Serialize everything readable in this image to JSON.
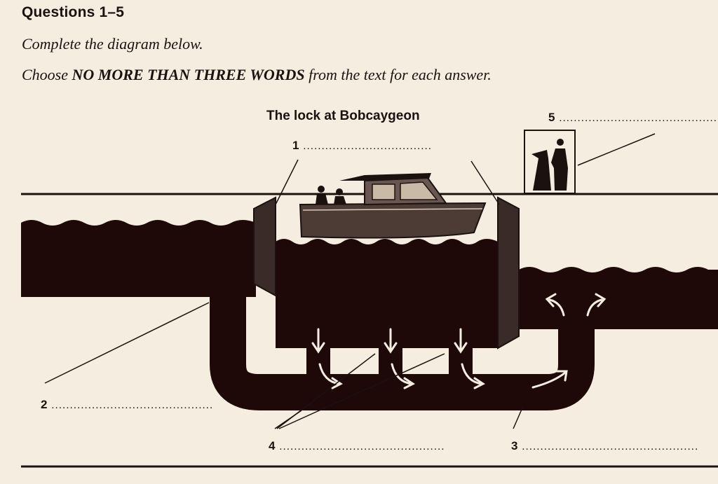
{
  "heading": "Questions 1–5",
  "instructions": {
    "line1": "Complete the diagram below.",
    "line2_pre": "Choose ",
    "line2_bold": "NO MORE THAN THREE WORDS",
    "line2_post": " from the text for each answer."
  },
  "diagram": {
    "title": "The lock at Bobcaygeon",
    "gaps": [
      {
        "number": "1",
        "dots": "..................................."
      },
      {
        "number": "2",
        "dots": "............................................"
      },
      {
        "number": "3",
        "dots": "................................................"
      },
      {
        "number": "4",
        "dots": "............................................."
      },
      {
        "number": "5",
        "dots": "............................................"
      }
    ]
  },
  "colors": {
    "paper": "#f4ede0",
    "water": "#1e0808",
    "ink": "#1b1210"
  }
}
